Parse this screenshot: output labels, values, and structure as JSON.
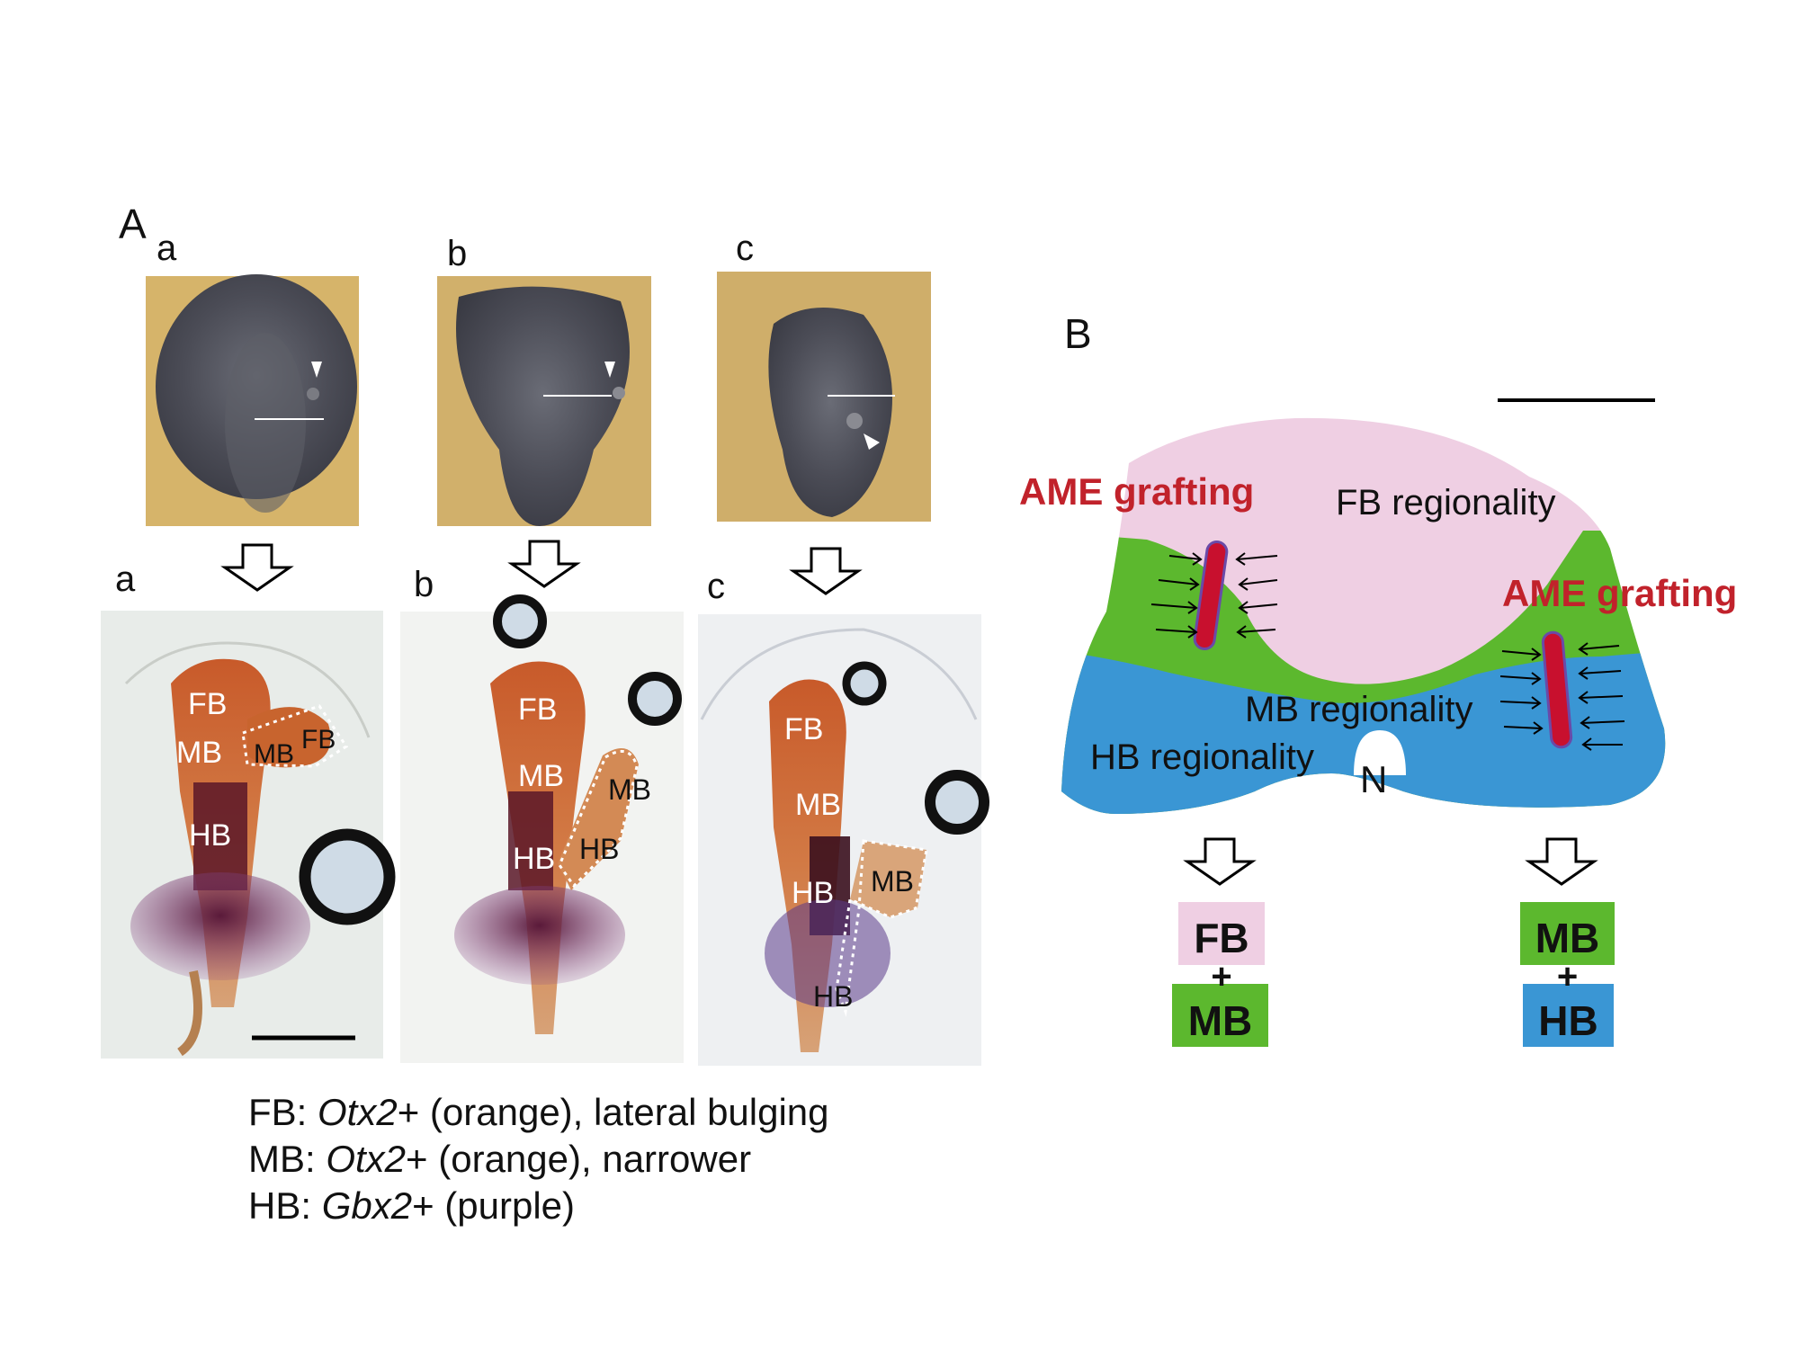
{
  "panel_a": {
    "letter": "A",
    "top_labels": [
      "a",
      "b",
      "c"
    ],
    "bottom_labels": [
      "a",
      "b",
      "c"
    ],
    "region_labels": {
      "a": {
        "fb": "FB",
        "mb": "MB",
        "hb": "HB",
        "graft_mb": "MB",
        "graft_fb": "FB"
      },
      "b": {
        "fb": "FB",
        "mb": "MB",
        "hb": "HB",
        "graft_mb": "MB",
        "graft_hb": "HB"
      },
      "c": {
        "fb": "FB",
        "mb": "MB",
        "hb": "HB",
        "graft_mb": "MB",
        "graft_hb": "HB"
      }
    },
    "legend": [
      {
        "prefix": "FB: ",
        "gene": "Otx2",
        "suffix": "+ (orange), lateral bulging"
      },
      {
        "prefix": "MB: ",
        "gene": "Otx2",
        "suffix": "+ (orange), narrower"
      },
      {
        "prefix": "HB: ",
        "gene": "Gbx2",
        "suffix": "+ (purple)"
      }
    ]
  },
  "panel_b": {
    "letter": "B",
    "ame_label": "AME grafting",
    "fb_regionality": "FB regionality",
    "mb_regionality": "MB regionality",
    "hb_regionality": "HB regionality",
    "notch_label": "N",
    "outcome_left": {
      "top": "FB",
      "plus": "+",
      "bottom": "MB"
    },
    "outcome_right": {
      "top": "MB",
      "plus": "+",
      "bottom": "HB"
    }
  },
  "colors": {
    "fb_pink": "#efcfe3",
    "mb_green": "#5cb82e",
    "hb_blue": "#3a96d4",
    "ame_red": "#c1222b",
    "graft_core": "#c8102e",
    "graft_edge": "#6a4aa8"
  }
}
